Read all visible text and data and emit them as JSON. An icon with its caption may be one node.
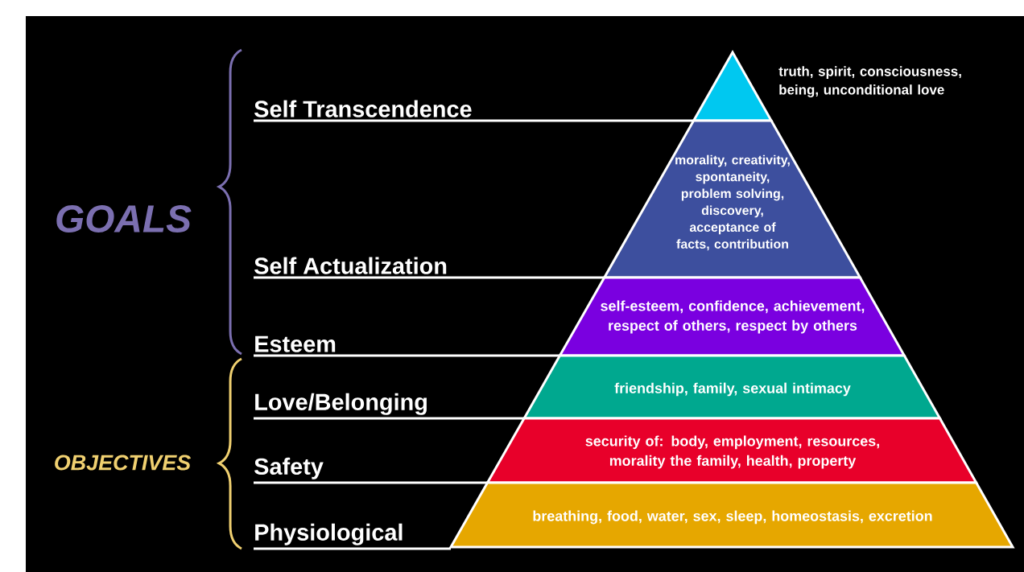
{
  "diagram": {
    "nodes": [
      {
        "text": [],
        "shape": "triangle",
        "beside": [
          "truth, spirit, consciousness, being, unconditional love"
        ]
      },
      {
        "text": [
          "morality, creativity, spontaneity, problem solving, discovery, acceptance of facts, contribution"
        ]
      },
      {
        "text": [
          "self-esteem, confidence, achievement, respect of others, respect by others"
        ]
      },
      {
        "text": [
          "friendship, family, sexual intimacy"
        ]
      },
      {
        "text": [
          "security of: body, employment, resources, morality the family, health, property"
        ]
      },
      {
        "text": [
          "breathing, food, water, sex, sleep, homeostasis, excretion"
        ]
      },
      {
        "text": [
          "Self Transcendence"
        ]
      },
      {
        "text": [
          "Self Actualization"
        ]
      },
      {
        "text": [
          "Esteem"
        ]
      },
      {
        "text": [
          "Love/Belonging"
        ]
      },
      {
        "text": [
          "Safety"
        ]
      },
      {
        "text": [
          "Physiological"
        ]
      }
    ],
    "edges": [
      {
        "from": 6,
        "to": 0,
        "arrow": "none"
      },
      {
        "from": 7,
        "to": 1,
        "arrow": "none"
      },
      {
        "from": 8,
        "to": 2,
        "arrow": "none"
      },
      {
        "from": 9,
        "to": 3,
        "arrow": "none"
      },
      {
        "from": 10,
        "to": 4,
        "arrow": "none"
      },
      {
        "from": 11,
        "to": 5,
        "arrow": "none"
      }
    ],
    "labels": [
      "GOALS",
      "OBJECTIVES"
    ]
  }
}
